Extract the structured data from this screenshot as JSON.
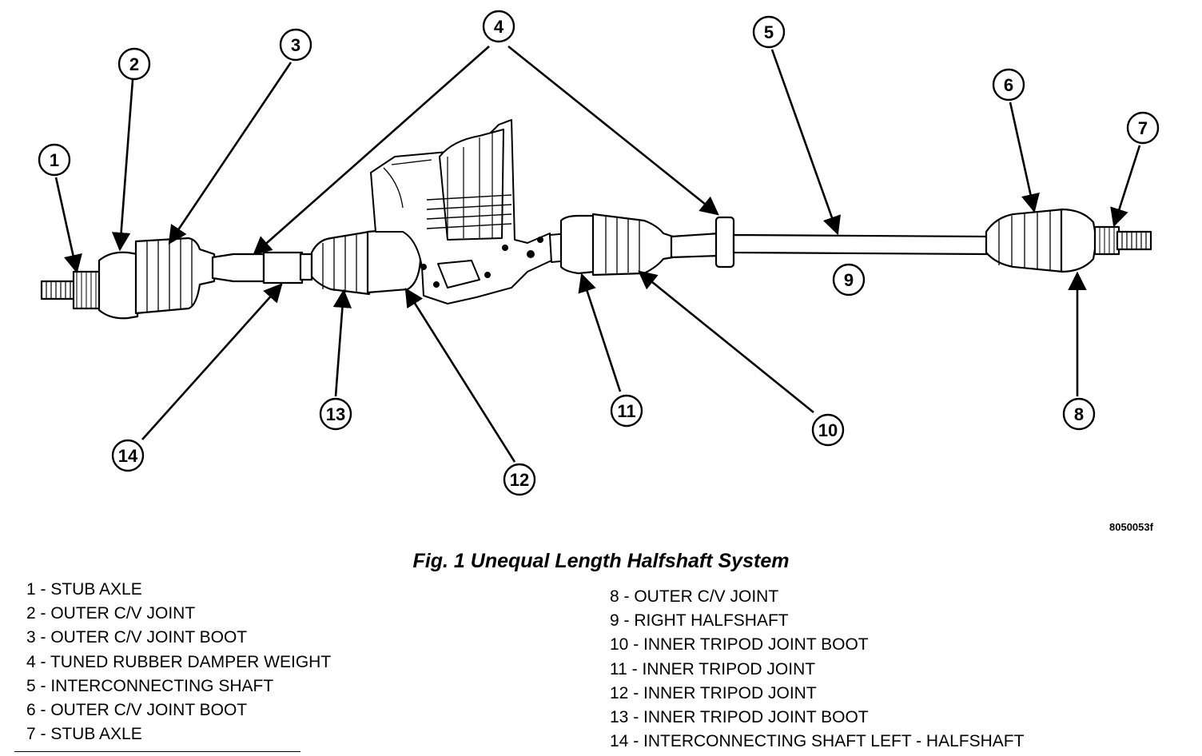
{
  "figure": {
    "id": "8050053f",
    "caption": "Fig. 1 Unequal Length Halfshaft System"
  },
  "callouts": [
    "1",
    "2",
    "3",
    "4",
    "5",
    "6",
    "7",
    "8",
    "9",
    "10",
    "11",
    "12",
    "13",
    "14"
  ],
  "legend": {
    "left": [
      "1 - STUB AXLE",
      "2 - OUTER C/V JOINT",
      "3 - OUTER C/V JOINT BOOT",
      "4 - TUNED RUBBER DAMPER WEIGHT",
      "5 - INTERCONNECTING SHAFT",
      "6 - OUTER C/V JOINT BOOT",
      "7 - STUB AXLE"
    ],
    "right": [
      "8 - OUTER C/V JOINT",
      "9 - RIGHT HALFSHAFT",
      "10 - INNER TRIPOD JOINT BOOT",
      "11 - INNER TRIPOD JOINT",
      "12 - INNER TRIPOD JOINT",
      "13 - INNER TRIPOD JOINT BOOT",
      "14 - INTERCONNECTING SHAFT LEFT - HALFSHAFT"
    ]
  }
}
